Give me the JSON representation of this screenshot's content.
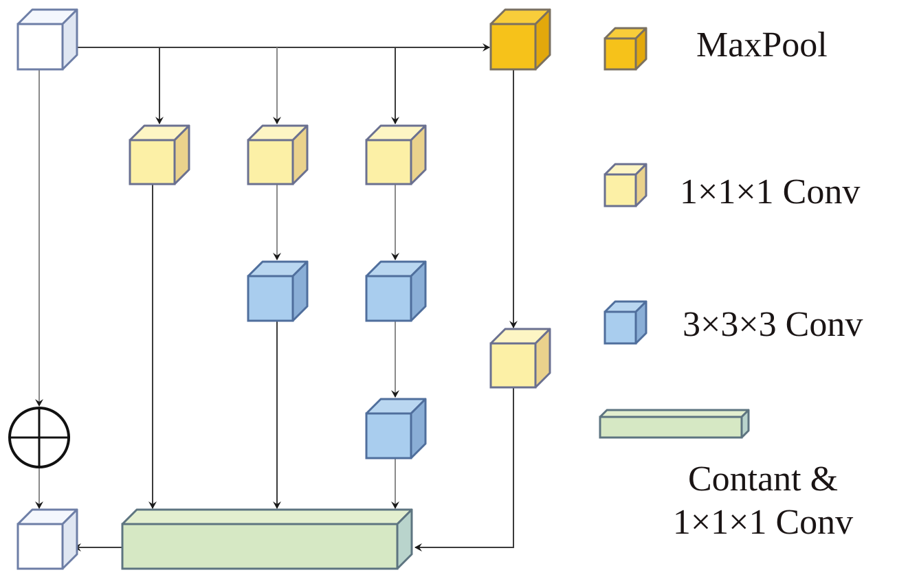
{
  "figure": {
    "type": "inception-style 3D convolution block",
    "nodes": {
      "input": {
        "label": "",
        "kind": "input"
      },
      "maxpool": {
        "label": "MaxPool",
        "kind": "maxpool"
      },
      "conv1_a": {
        "label": "1×1×1 Conv",
        "kind": "conv1"
      },
      "conv1_b": {
        "label": "1×1×1 Conv",
        "kind": "conv1"
      },
      "conv1_c": {
        "label": "1×1×1 Conv",
        "kind": "conv1"
      },
      "conv3_b1": {
        "label": "3×3×3 Conv",
        "kind": "conv3"
      },
      "conv3_c1": {
        "label": "3×3×3 Conv",
        "kind": "conv3"
      },
      "conv3_c2": {
        "label": "3×3×3 Conv",
        "kind": "conv3"
      },
      "conv1_pool": {
        "label": "1×1×1 Conv",
        "kind": "conv1"
      },
      "concat": {
        "label": "Contant & 1×1×1 Conv",
        "kind": "concat"
      },
      "add": {
        "label": "⊕",
        "kind": "add"
      },
      "output": {
        "label": "",
        "kind": "output"
      }
    },
    "edges": [
      [
        "input",
        "maxpool"
      ],
      [
        "input",
        "conv1_a"
      ],
      [
        "input",
        "conv1_b"
      ],
      [
        "input",
        "conv1_c"
      ],
      [
        "input",
        "add"
      ],
      [
        "conv1_a",
        "concat"
      ],
      [
        "conv1_b",
        "conv3_b1"
      ],
      [
        "conv3_b1",
        "concat"
      ],
      [
        "conv1_c",
        "conv3_c1"
      ],
      [
        "conv3_c1",
        "conv3_c2"
      ],
      [
        "conv3_c2",
        "concat"
      ],
      [
        "maxpool",
        "conv1_pool"
      ],
      [
        "conv1_pool",
        "concat"
      ],
      [
        "add",
        "output"
      ],
      [
        "concat",
        "output"
      ]
    ]
  },
  "legend": {
    "items": [
      {
        "kind": "maxpool",
        "label": "MaxPool"
      },
      {
        "kind": "conv1",
        "label": "1×1×1 Conv"
      },
      {
        "kind": "conv3",
        "label": "3×3×3 Conv"
      },
      {
        "kind": "concat",
        "label_line1": "Contant &",
        "label_line2": "1×1×1 Conv"
      }
    ]
  },
  "colors": {
    "input": {
      "front": "#ffffff",
      "top": "#f4f7fd",
      "side": "#dfe6f2",
      "edge": "#6d7ea6"
    },
    "maxpool": {
      "front": "#f6c21a",
      "top": "#f8cd3a",
      "side": "#e2a80c",
      "edge": "#7a7060"
    },
    "conv1": {
      "front": "#fcf0a6",
      "top": "#fdf5c4",
      "side": "#ead28c",
      "edge": "#6a7090"
    },
    "conv3": {
      "front": "#a9cdee",
      "top": "#b9d6f0",
      "side": "#8aaed6",
      "edge": "#4f6e9c"
    },
    "concat": {
      "front": "#d6e8c4",
      "top": "#e3efcf",
      "side": "#b9d4cc",
      "edge": "#5d7480"
    },
    "arrow": "#3a3a3a",
    "arrow_light": "#8a8a8a",
    "add_symbol": "#111111"
  }
}
